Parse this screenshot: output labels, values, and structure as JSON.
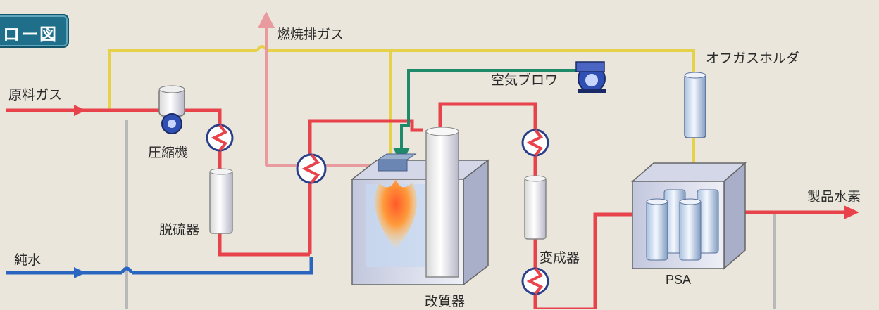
{
  "title": "ロー図",
  "labels": {
    "exhaust": "燃焼排ガス",
    "feed_gas": "原料ガス",
    "compressor": "圧縮機",
    "desulfurizer": "脱硫器",
    "pure_water": "純水",
    "air_blower": "空気ブロワ",
    "offgas_holder": "オフガスホルダ",
    "reformer": "改質器",
    "shift_converter": "変成器",
    "psa": "PSA",
    "product_h2": "製品水素"
  },
  "colors": {
    "gas": "#e8434b",
    "water": "#2a66c0",
    "offgas": "#e6d24a",
    "air": "#1f8a6a",
    "exhaust": "#e89a9e",
    "return": "#b9b9b9",
    "badge": "#1f6f8b"
  }
}
